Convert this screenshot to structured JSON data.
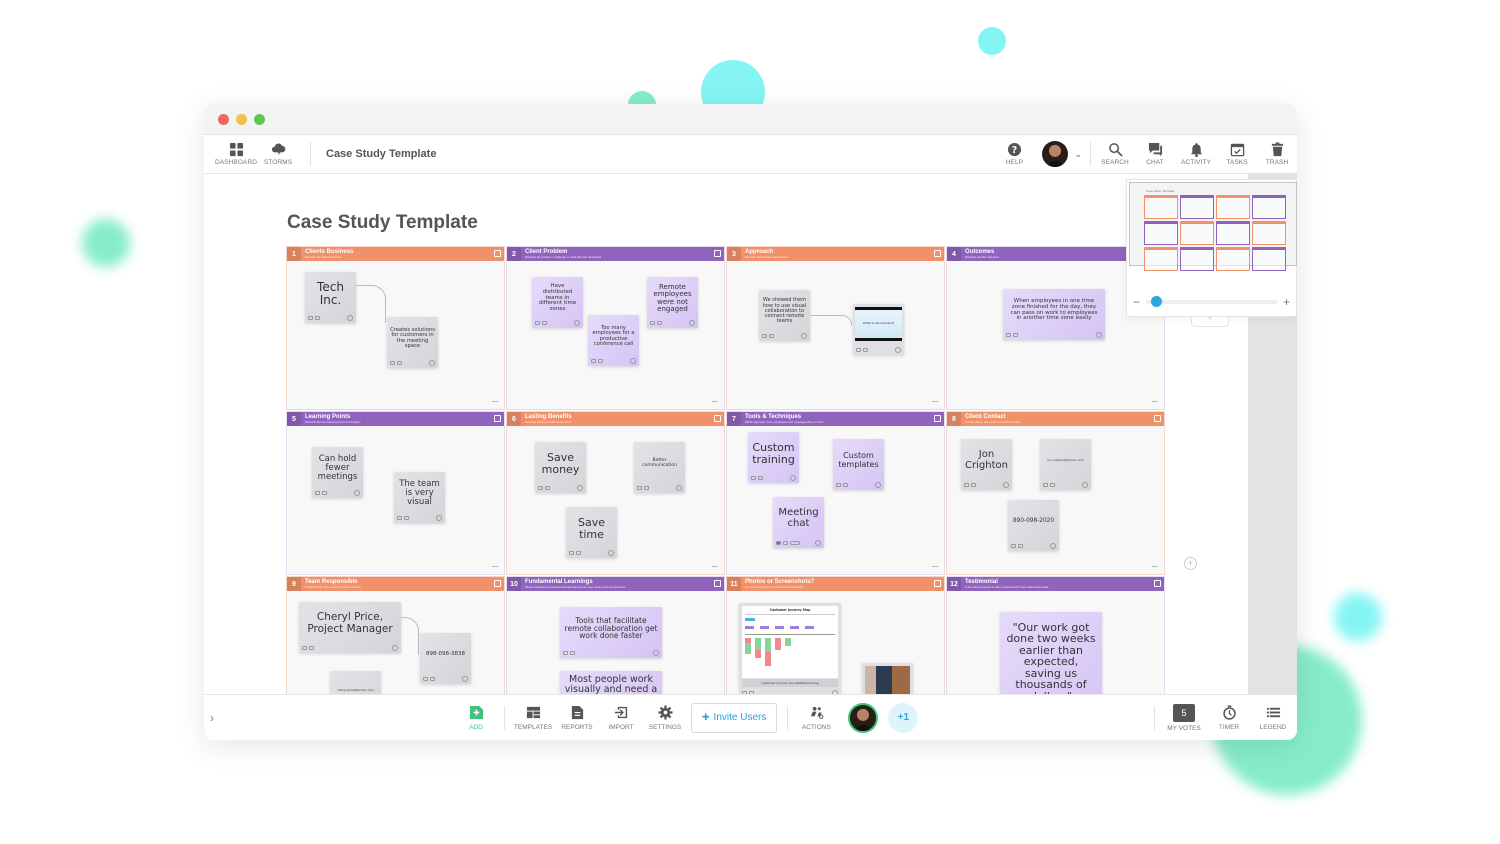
{
  "window": {
    "traffic_lights": [
      "#ed6a5e",
      "#f5bf4f",
      "#61c554"
    ]
  },
  "topbar": {
    "left": [
      {
        "id": "dashboard",
        "label": "DASHBOARD",
        "icon": "grid-icon"
      },
      {
        "id": "storms",
        "label": "STORMS",
        "icon": "cloud-icon"
      }
    ],
    "board_title": "Case Study Template",
    "right": [
      {
        "id": "help",
        "label": "HELP",
        "icon": "help-icon"
      },
      {
        "id": "search",
        "label": "SEARCH",
        "icon": "search-icon"
      },
      {
        "id": "chat",
        "label": "CHAT",
        "icon": "chat-icon"
      },
      {
        "id": "activity",
        "label": "ACTIVITY",
        "icon": "bell-icon"
      },
      {
        "id": "tasks",
        "label": "TASKS",
        "icon": "calendar-check-icon"
      },
      {
        "id": "trash",
        "label": "TRASH",
        "icon": "trash-icon"
      }
    ]
  },
  "canvas": {
    "page_title": "Case Study Template",
    "sections": [
      {
        "num": "1",
        "title": "Clients Business",
        "subtitle": "Describe the clients business",
        "color": "orange",
        "notes": [
          {
            "text": "Tech Inc.",
            "style": "gray",
            "size": "large"
          },
          {
            "text": "Creates solutions for customers in the meeting space",
            "style": "gray",
            "size": "small"
          }
        ]
      },
      {
        "num": "2",
        "title": "Client Problem",
        "subtitle": "Describe the problem / challenge or need that was addressed",
        "color": "purple",
        "notes": [
          {
            "text": "Have distributed teams in different time zones",
            "style": "violet"
          },
          {
            "text": "Too many employees for a productive conference call",
            "style": "violet"
          },
          {
            "text": "Remote employees were not engaged",
            "style": "violet"
          }
        ]
      },
      {
        "num": "3",
        "title": "Approach",
        "subtitle": "Describe how the was approached",
        "color": "orange",
        "notes": [
          {
            "text": "We showed them how to use visual collaboration to connect remote teams",
            "style": "gray"
          },
          {
            "text": "What is Stormboard?",
            "style": "image"
          }
        ]
      },
      {
        "num": "4",
        "title": "Outcomes",
        "subtitle": "Describe specific outcomes",
        "color": "purple",
        "notes": [
          {
            "text": "When employees in one time zone finished for the day, they can pass on work to employees in another time zone easily",
            "style": "violet"
          }
        ]
      },
      {
        "num": "5",
        "title": "Learning Points",
        "subtitle": "Describe the key learning points and insights",
        "color": "purple",
        "notes": [
          {
            "text": "Can hold fewer meetings",
            "style": "gray"
          },
          {
            "text": "The team is very visual",
            "style": "gray"
          }
        ]
      },
      {
        "num": "6",
        "title": "Lasting Benefits",
        "subtitle": "Describe lasting benefits for the client",
        "color": "orange",
        "notes": [
          {
            "text": "Save money",
            "style": "gray"
          },
          {
            "text": "Better communication",
            "style": "gray"
          },
          {
            "text": "Save time",
            "style": "gray"
          }
        ]
      },
      {
        "num": "7",
        "title": "Tools & Techniques",
        "subtitle": "Which approach, tools, techniques and messages did you use?",
        "color": "purple",
        "notes": [
          {
            "text": "Custom training",
            "style": "violet"
          },
          {
            "text": "Custom templates",
            "style": "violet"
          },
          {
            "text": "Meeting chat",
            "style": "violet"
          }
        ]
      },
      {
        "num": "8",
        "title": "Client Contact",
        "subtitle": "Provide name, title, email and phone number",
        "color": "orange",
        "notes": [
          {
            "text": "Jon Crighton",
            "style": "gray"
          },
          {
            "text": "jon.crighton@techinc.com",
            "style": "gray"
          },
          {
            "text": "890-098-2020",
            "style": "gray"
          }
        ]
      },
      {
        "num": "9",
        "title": "Team Responsible",
        "subtitle": "Provide Name, title, email and phone contact",
        "color": "orange",
        "notes": [
          {
            "text": "Cheryl Price, Project Manager",
            "style": "gray"
          },
          {
            "text": "898-098-3838",
            "style": "gray"
          },
          {
            "text": "cheryl.price@techinc.com",
            "style": "gray"
          }
        ]
      },
      {
        "num": "10",
        "title": "Fundamental Learnings",
        "subtitle": "Please describe all fundamental learnings that the case study must communicate",
        "color": "purple",
        "notes": [
          {
            "text": "Tools that facilitate remote collaboration get work done faster",
            "style": "violet"
          },
          {
            "text": "Most people work visually and need a",
            "style": "violet"
          }
        ]
      },
      {
        "num": "11",
        "title": "Photos or Screenshots?",
        "subtitle": "Are there any photos or screenshots available?",
        "color": "orange",
        "notes": [
          {
            "text": "Customer Journey Map",
            "caption": "customer journey live whiteboard.png",
            "style": "image"
          },
          {
            "text": "photo",
            "style": "image"
          }
        ]
      },
      {
        "num": "12",
        "title": "Testimonial",
        "subtitle": "Is the client prepared to offer a testimonial? Insert draft testimonials",
        "color": "purple",
        "notes": [
          {
            "text": "\"Our work got done two weeks earlier than expected, saving us thousands of dollars\"",
            "style": "violet"
          }
        ]
      }
    ]
  },
  "minimap": {
    "title": "Case Study Template",
    "zoom_minus": "−",
    "zoom_plus": "+",
    "toggle": "^"
  },
  "add_section_icon": "+",
  "bottombar": {
    "expand": "›",
    "tools": [
      {
        "id": "add",
        "label": "ADD",
        "icon": "add-note-icon"
      },
      {
        "id": "templates",
        "label": "TEMPLATES",
        "icon": "templates-icon"
      },
      {
        "id": "reports",
        "label": "REPORTS",
        "icon": "report-icon"
      },
      {
        "id": "import",
        "label": "IMPORT",
        "icon": "import-icon"
      },
      {
        "id": "settings",
        "label": "SETTINGS",
        "icon": "gear-icon"
      }
    ],
    "invite_label": "Invite Users",
    "actions_label": "ACTIONS",
    "extra_users": "+1",
    "my_votes": {
      "count": "5",
      "label": "MY VOTES"
    },
    "timer_label": "TIMER",
    "legend_label": "LEGEND"
  },
  "colors": {
    "orange": "#f0916a",
    "purple": "#9064bd",
    "accent_blue": "#2f9fd8",
    "add_green": "#3fc47e"
  }
}
